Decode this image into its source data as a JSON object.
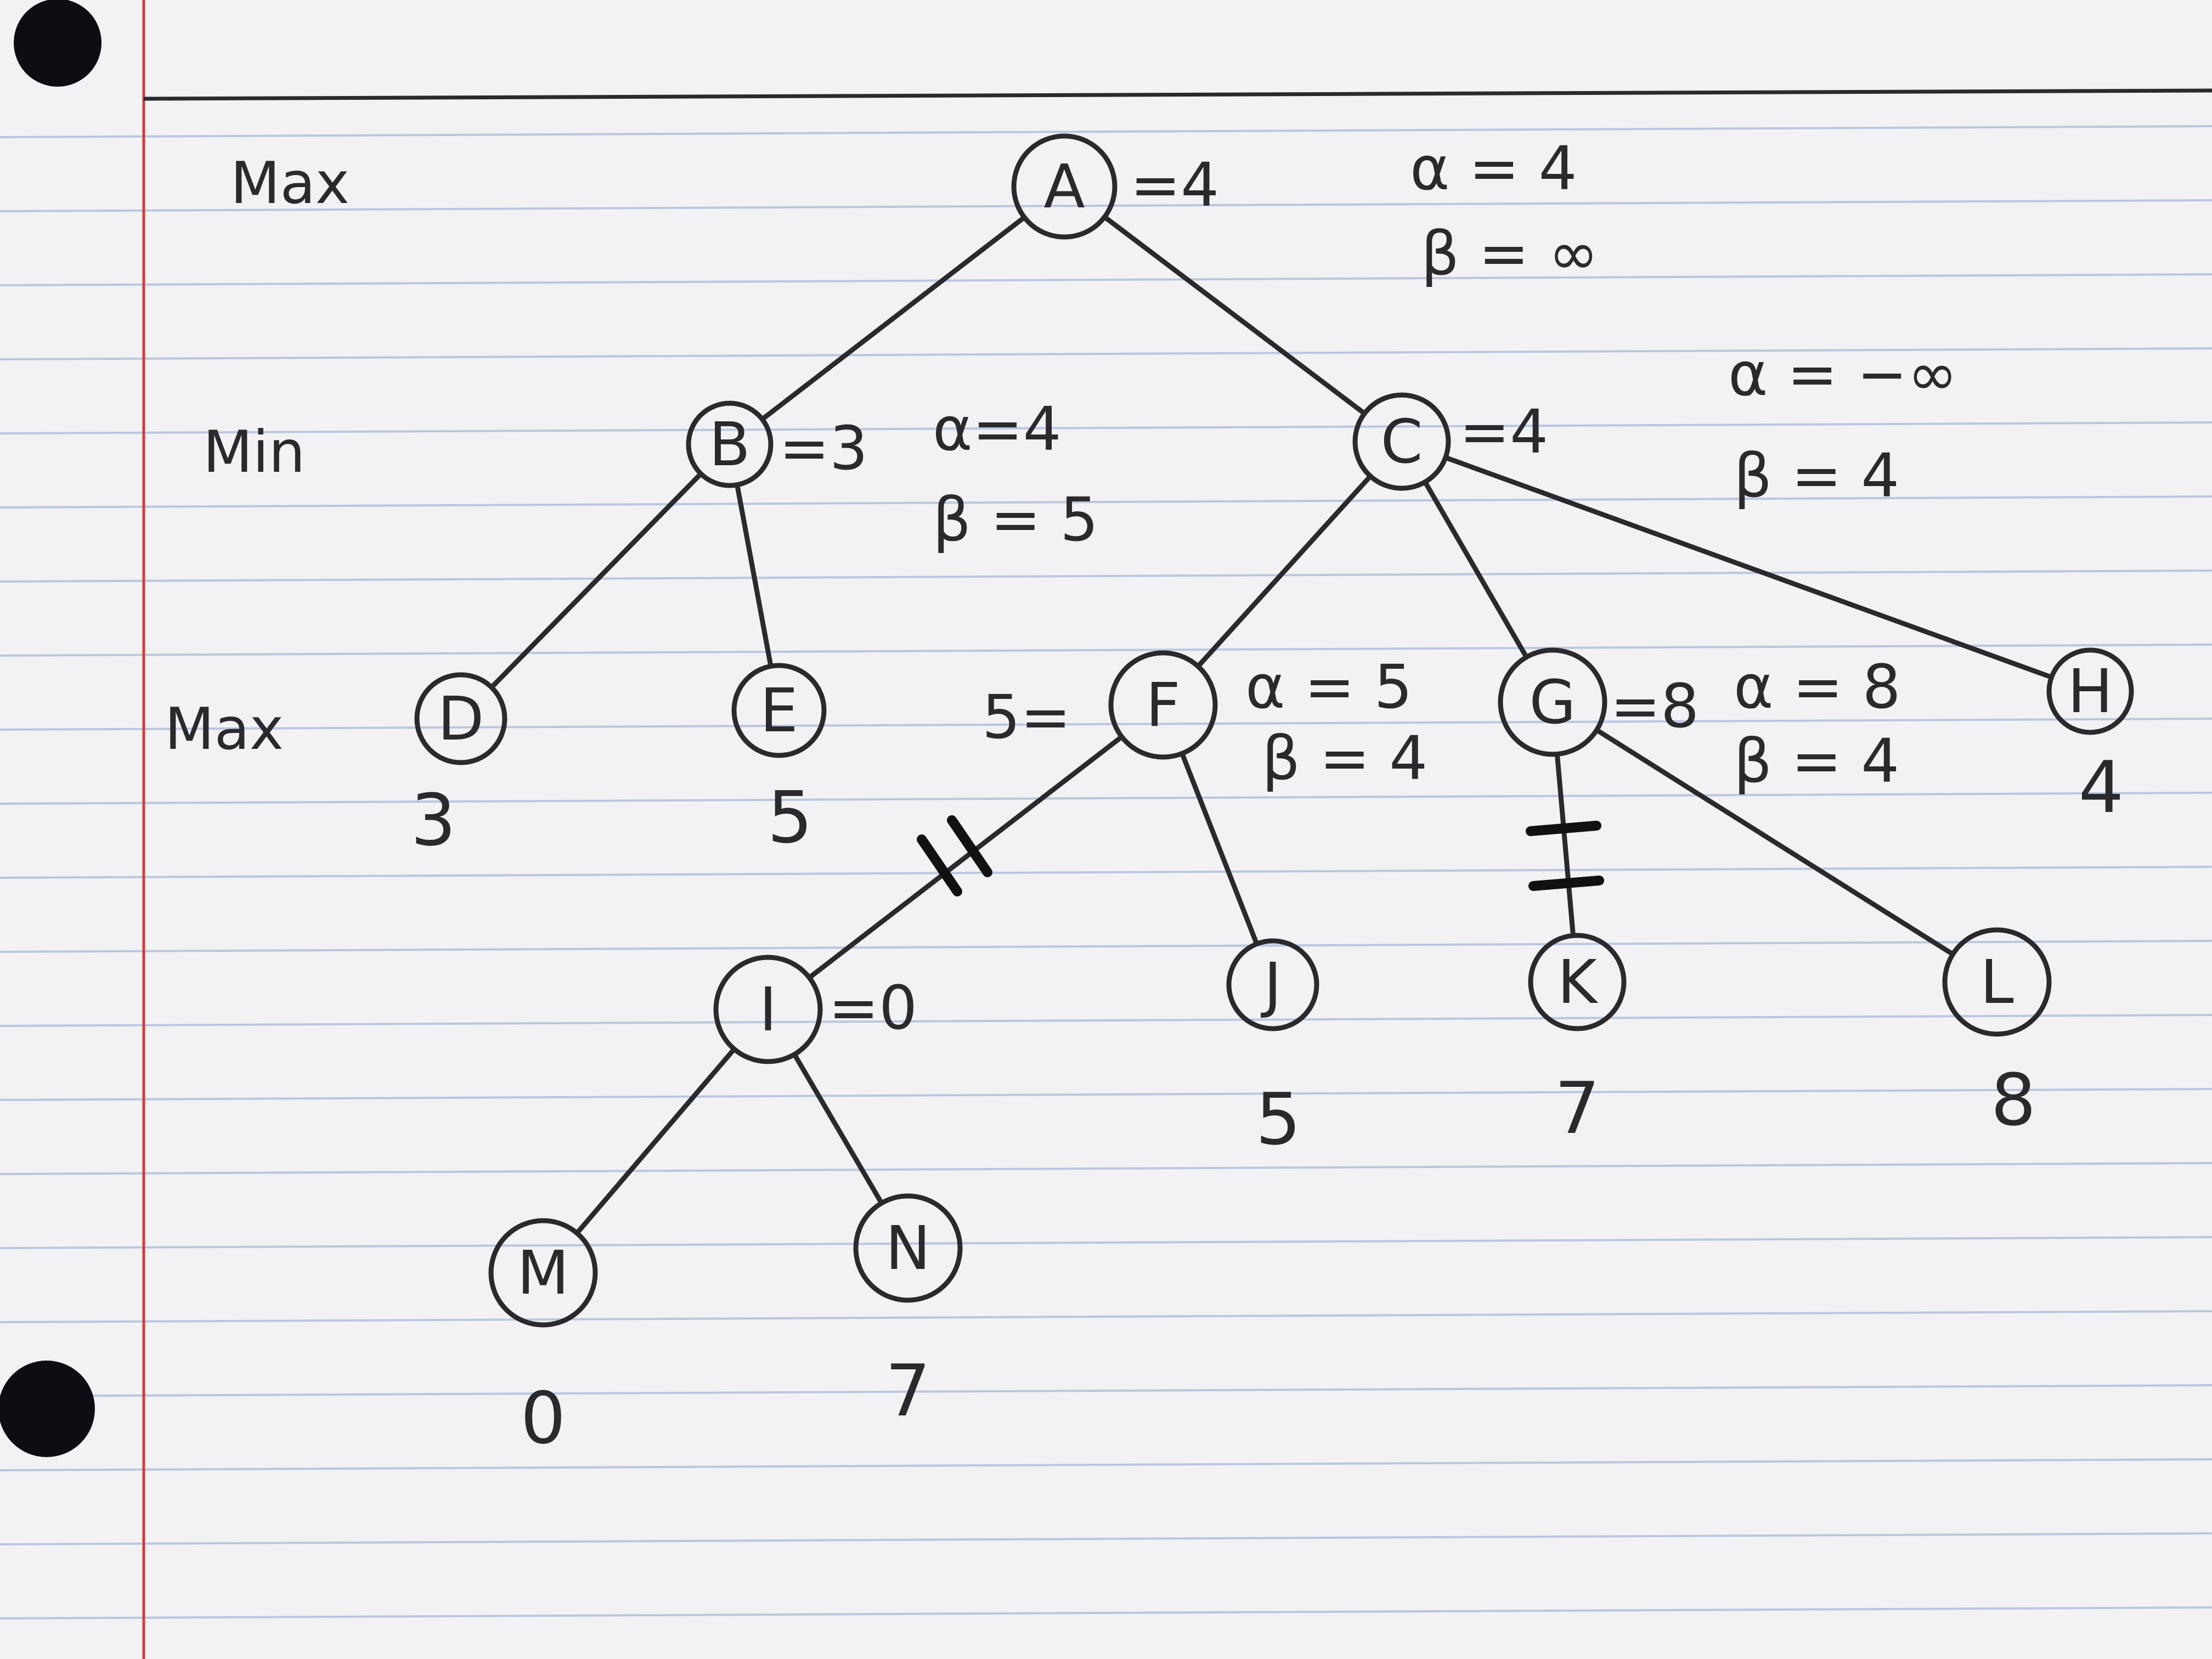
{
  "levels": [
    "Max",
    "Min",
    "Max"
  ],
  "nodes": {
    "A": {
      "label": "A",
      "note": "=4"
    },
    "B": {
      "label": "B",
      "note": "=3"
    },
    "C": {
      "label": "C",
      "note": "=4"
    },
    "D": {
      "label": "D",
      "value": "3"
    },
    "E": {
      "label": "E",
      "value": "5"
    },
    "F": {
      "label": "F",
      "note": "5="
    },
    "G": {
      "label": "G",
      "note": "=8"
    },
    "H": {
      "label": "H",
      "value": "4"
    },
    "I": {
      "label": "I",
      "note": "=0"
    },
    "J": {
      "label": "J",
      "value": "5"
    },
    "K": {
      "label": "K",
      "value": "7"
    },
    "L": {
      "label": "L",
      "value": "8"
    },
    "M": {
      "label": "M",
      "value": "0"
    },
    "N": {
      "label": "N",
      "value": "7"
    }
  },
  "bounds": {
    "A": {
      "alpha": "α = 4",
      "beta": "β = ∞"
    },
    "B": {
      "alpha": "α=4",
      "beta": "β = 5"
    },
    "C": {
      "alpha": "α = −∞",
      "beta": "β = 4"
    },
    "F": {
      "alpha": "α = 5",
      "beta": "β = 4"
    },
    "G": {
      "alpha": "α = 8",
      "beta": "β = 4"
    }
  },
  "edges": [
    [
      "A",
      "B"
    ],
    [
      "A",
      "C"
    ],
    [
      "B",
      "D"
    ],
    [
      "B",
      "E"
    ],
    [
      "C",
      "F"
    ],
    [
      "C",
      "G"
    ],
    [
      "C",
      "H"
    ],
    [
      "F",
      "I"
    ],
    [
      "F",
      "J"
    ],
    [
      "G",
      "K"
    ],
    [
      "G",
      "L"
    ],
    [
      "I",
      "M"
    ],
    [
      "I",
      "N"
    ]
  ],
  "pruned_edges": [
    [
      "F",
      "I"
    ],
    [
      "G",
      "K"
    ]
  ],
  "colors": {
    "ink": "#2a2a2e",
    "paper": "#f2f2f4",
    "rule_line": "#8fa3cf",
    "margin_line": "#d23a3a",
    "hole": "#0d0d14"
  }
}
